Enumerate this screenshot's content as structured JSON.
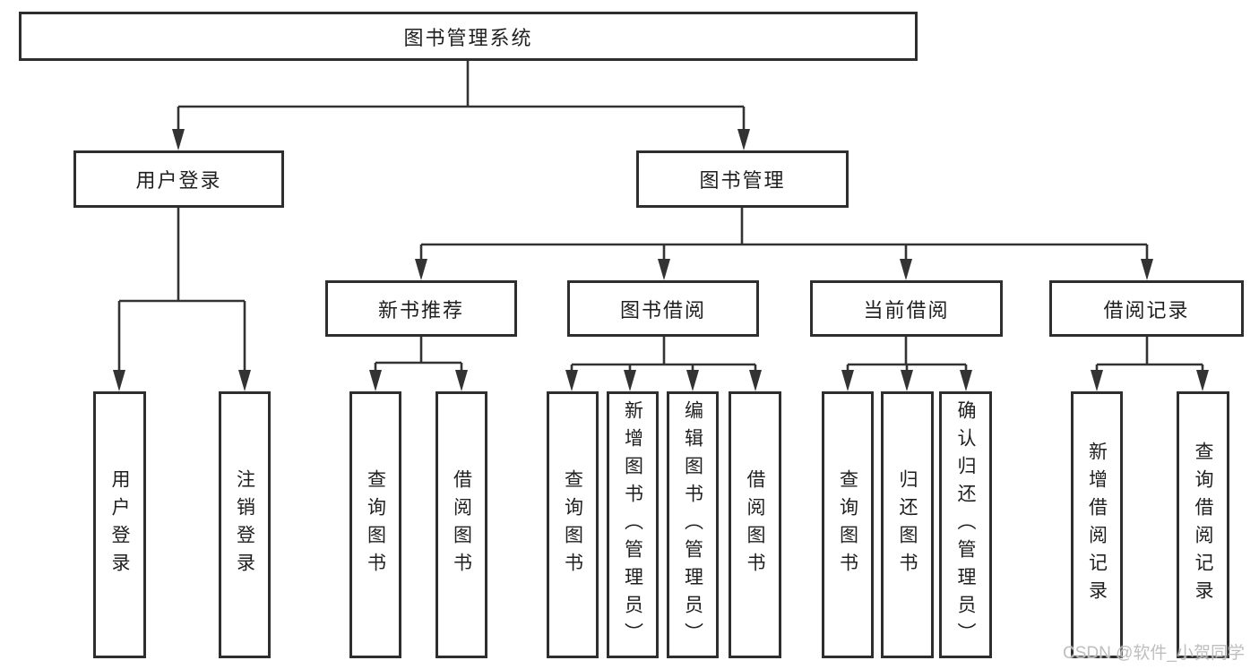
{
  "diagram_type": "hierarchy-tree",
  "tree": {
    "label": "图书管理系统",
    "children": [
      {
        "label": "用户登录",
        "children": [
          {
            "label": "用户登录"
          },
          {
            "label": "注销登录"
          }
        ]
      },
      {
        "label": "图书管理",
        "children": [
          {
            "label": "新书推荐",
            "children": [
              {
                "label": "查询图书"
              },
              {
                "label": "借阅图书"
              }
            ]
          },
          {
            "label": "图书借阅",
            "children": [
              {
                "label": "查询图书"
              },
              {
                "label": "新增图书（管理员）"
              },
              {
                "label": "编辑图书（管理员）"
              },
              {
                "label": "借阅图书"
              }
            ]
          },
          {
            "label": "当前借阅",
            "children": [
              {
                "label": "查询图书"
              },
              {
                "label": "归还图书"
              },
              {
                "label": "确认归还（管理员）"
              }
            ]
          },
          {
            "label": "借阅记录",
            "children": [
              {
                "label": "新增借阅记录"
              },
              {
                "label": "查询借阅记录"
              }
            ]
          }
        ]
      }
    ]
  },
  "watermark": {
    "text": "CSDN @软件_小贺同学"
  },
  "colors": {
    "background": "#ffffff",
    "box_border": "#2e2e2e",
    "connector_line": "#333333",
    "text": "#1f1f1f",
    "watermark": "#bbbbbb"
  }
}
